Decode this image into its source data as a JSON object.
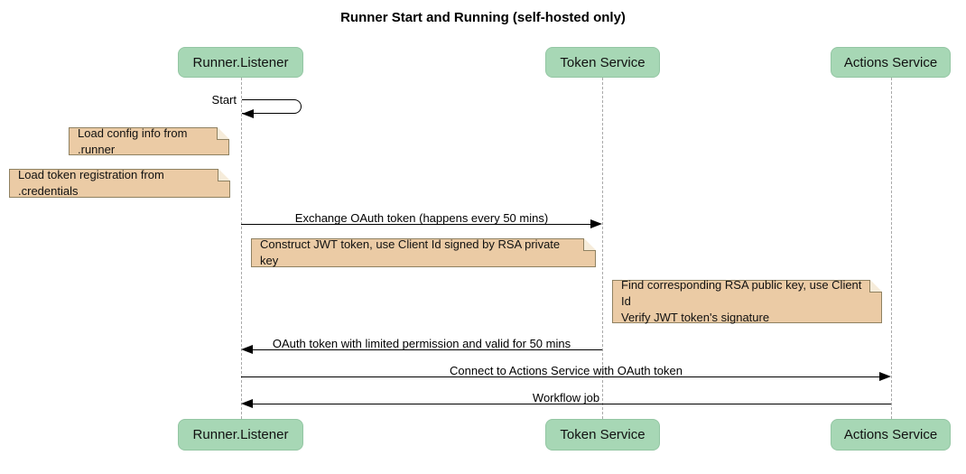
{
  "title": "Runner Start and Running (self-hosted only)",
  "diagram_type": "sequence-diagram",
  "colors": {
    "participant_fill": "#a7d7b5",
    "participant_border": "#93c6a3",
    "note_fill": "#ebcba5",
    "note_border": "#8f8161",
    "lifeline": "#a9a9a9",
    "message_line": "#000000",
    "background": "#ffffff"
  },
  "participants": [
    {
      "label": "Runner.Listener"
    },
    {
      "label": "Token Service"
    },
    {
      "label": "Actions Service"
    }
  ],
  "messages": [
    {
      "label": "Start",
      "from": "Runner.Listener",
      "to": "Runner.Listener",
      "type": "self"
    },
    {
      "label": "Exchange OAuth token (happens every 50 mins)",
      "from": "Runner.Listener",
      "to": "Token Service",
      "type": "solid-arrow"
    },
    {
      "label": "OAuth token with limited permission and valid for 50 mins",
      "from": "Token Service",
      "to": "Runner.Listener",
      "type": "solid-arrow"
    },
    {
      "label": "Connect to Actions Service with OAuth token",
      "from": "Runner.Listener",
      "to": "Actions Service",
      "type": "solid-arrow"
    },
    {
      "label": "Workflow job",
      "from": "Actions Service",
      "to": "Runner.Listener",
      "type": "solid-arrow"
    }
  ],
  "notes": [
    {
      "over": "Runner.Listener",
      "lines": [
        "Load config info from .runner"
      ]
    },
    {
      "over": "Runner.Listener",
      "lines": [
        "Load token registration from .credentials"
      ]
    },
    {
      "over": "Runner.Listener,Token Service",
      "lines": [
        "Construct JWT token, use Client Id signed by RSA private key"
      ]
    },
    {
      "over": "Actions Service",
      "lines": [
        "Find corresponding RSA public key, use Client Id",
        "Verify JWT token's signature"
      ]
    }
  ]
}
